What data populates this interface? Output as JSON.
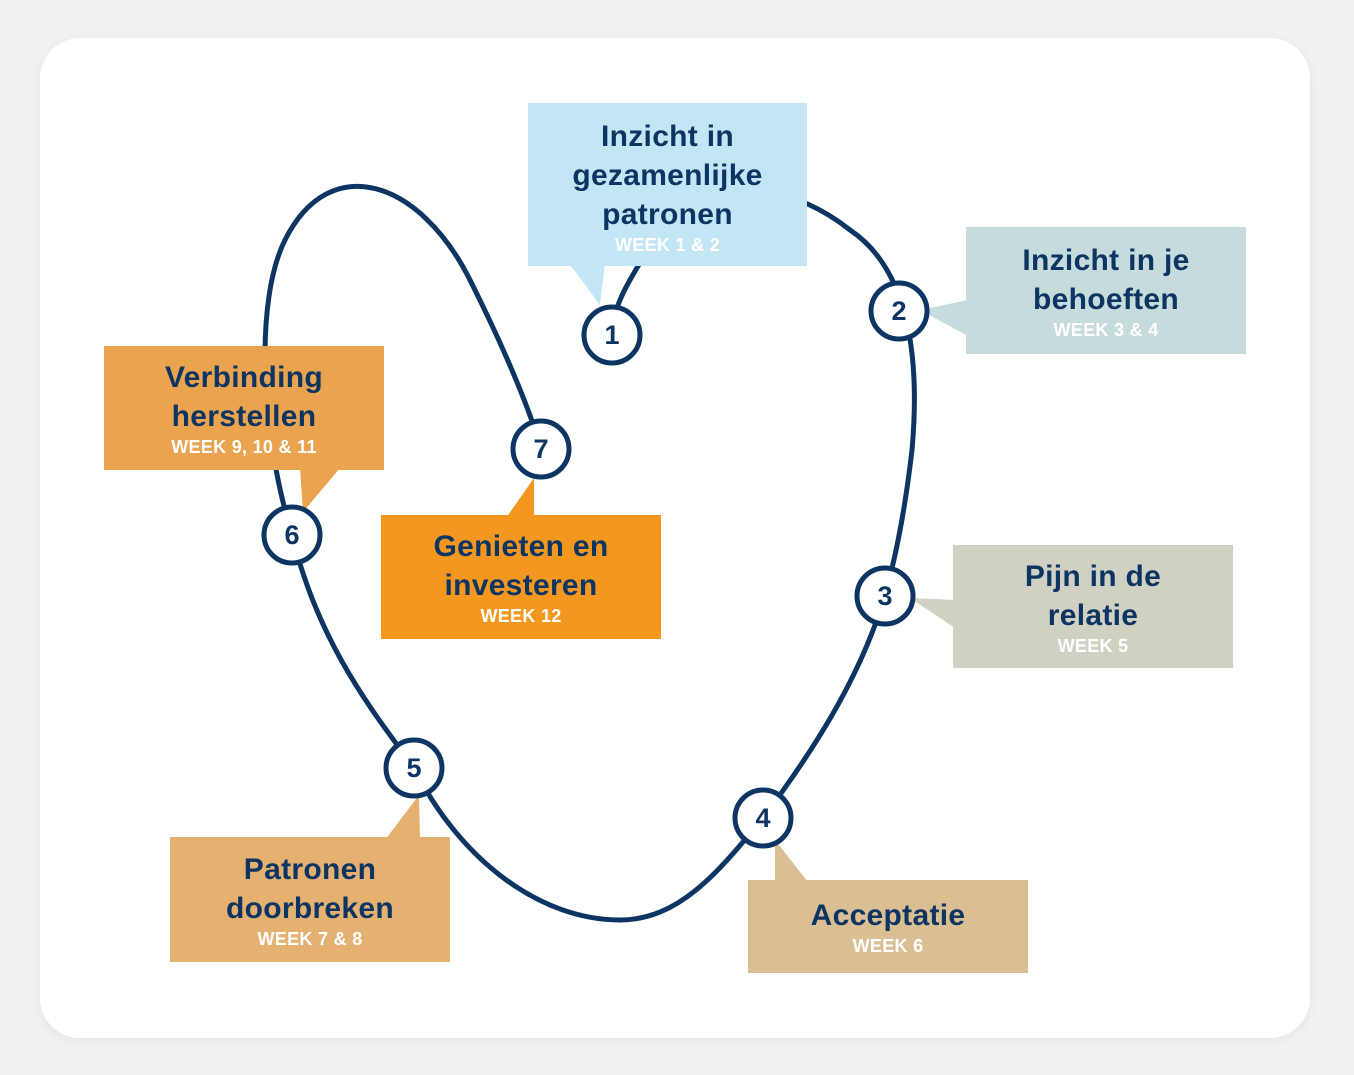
{
  "colors": {
    "line": "#0d3563",
    "text": "#0d3563",
    "week_text": "#ffffff",
    "step1_bg": "#c3e6f5",
    "step2_bg": "#c5dbdc",
    "step3_bg": "#d0d1c2",
    "step4_bg": "#d9bf93",
    "step5_bg": "#e4b171",
    "step6_bg": "#eaa34f",
    "step7_bg": "#f4971f"
  },
  "steps": [
    {
      "number": "1",
      "title": "Inzicht in gezamenlijke patronen",
      "week": "WEEK 1 & 2"
    },
    {
      "number": "2",
      "title": "Inzicht in je behoeften",
      "week": "WEEK 3 & 4"
    },
    {
      "number": "3",
      "title": "Pijn in de relatie",
      "week": "WEEK 5"
    },
    {
      "number": "4",
      "title": "Acceptatie",
      "week": "WEEK 6"
    },
    {
      "number": "5",
      "title": "Patronen doorbreken",
      "week": "WEEK 7 & 8"
    },
    {
      "number": "6",
      "title": "Verbinding herstellen",
      "week": "WEEK 9, 10 & 11"
    },
    {
      "number": "7",
      "title": "Genieten en investeren",
      "week": "WEEK 12"
    }
  ]
}
